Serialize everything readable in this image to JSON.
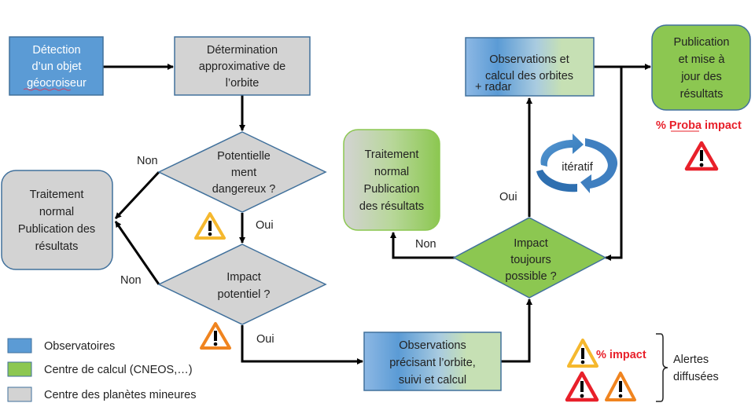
{
  "colors": {
    "observatoire": "#5b9bd5",
    "centre_calcul": "#8cc751",
    "centre_planetes": "#d3d3d3",
    "border": "#41719c",
    "alert_yellow": "#f5b82e",
    "alert_orange": "#f0841f",
    "alert_red": "#e8202a"
  },
  "nodes": {
    "detection": [
      "Détection",
      "d’un objet",
      "géocroiseur"
    ],
    "determination": [
      "Détermination",
      "approximative de",
      "l’orbite"
    ],
    "potentiellement": [
      "Potentielle",
      "ment",
      "dangereux ?"
    ],
    "traitement_gris": [
      "Traitement",
      "normal",
      "Publication des",
      "résultats"
    ],
    "impact_potentiel": [
      "Impact",
      "potentiel ?"
    ],
    "obs_precisant": [
      "Observations",
      "précisant l’orbite,",
      "suivi et calcul"
    ],
    "impact_toujours": [
      "Impact",
      "toujours",
      "possible ?"
    ],
    "traitement_vert": [
      "Traitement",
      "normal",
      "Publication",
      "des résultats"
    ],
    "obs_calcul": [
      "Observations et",
      "calcul des orbites",
      "+ radar"
    ],
    "publication": [
      "Publication",
      "et mise à",
      "jour des",
      "résultats"
    ],
    "iteratif": "itératif"
  },
  "edge_labels": {
    "non_1": "Non",
    "non_2": "Non",
    "oui_1": "Oui",
    "oui_2": "Oui",
    "oui_3": "Oui",
    "non_3": "Non"
  },
  "annotations": {
    "proba_impact": "% Proba impact",
    "pct_impact": "% impact",
    "alertes": [
      "Alertes",
      "diffusées"
    ]
  },
  "legend": [
    {
      "label": "Observatoires",
      "color": "#5b9bd5"
    },
    {
      "label": "Centre de calcul (CNEOS,…)",
      "color": "#8cc751"
    },
    {
      "label": "Centre des planètes mineures",
      "color": "#d3d3d3"
    }
  ]
}
